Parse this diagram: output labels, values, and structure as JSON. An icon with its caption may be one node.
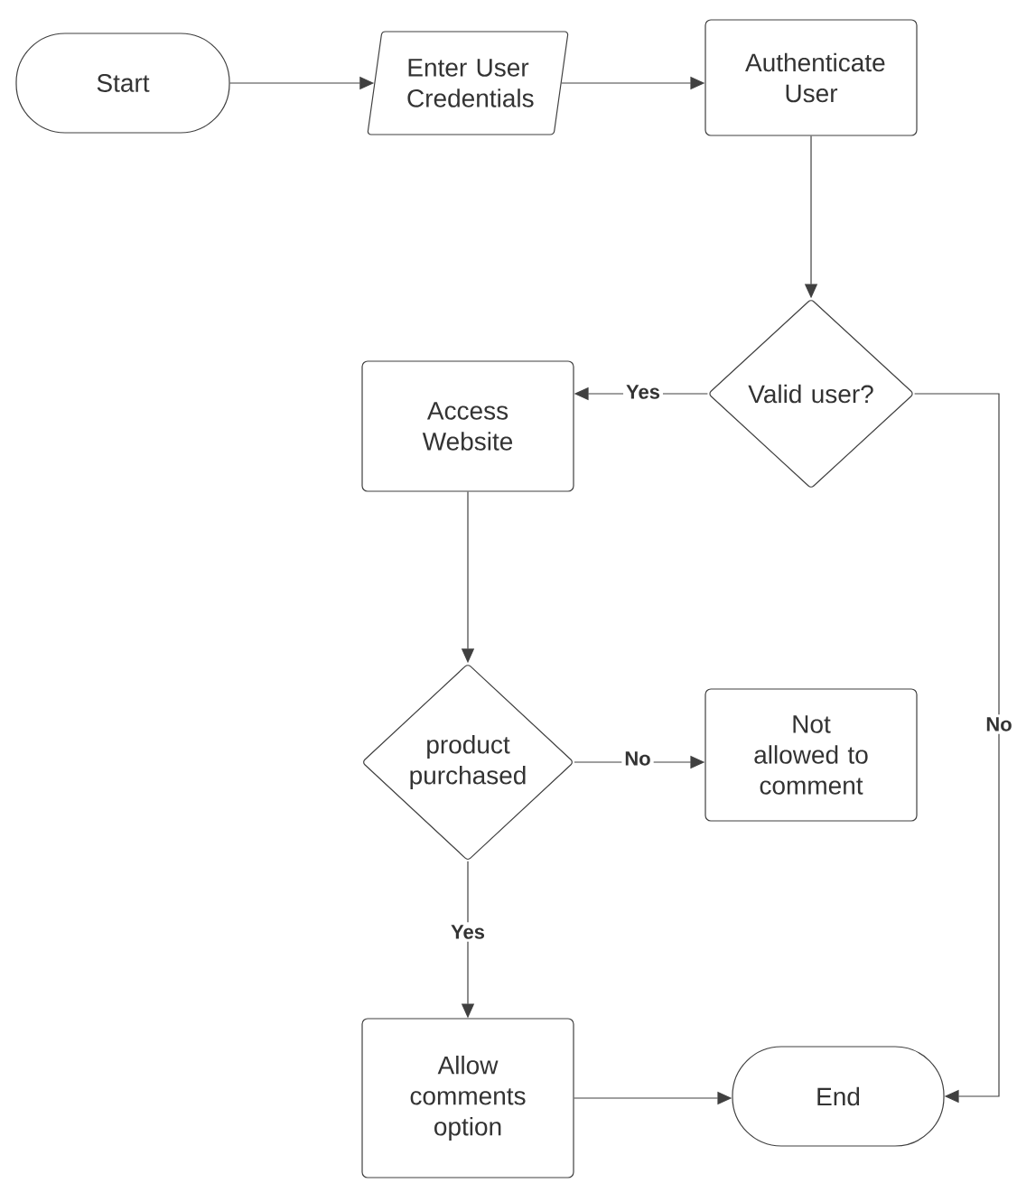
{
  "diagram": {
    "nodes": [
      {
        "text": [
          "Start"
        ]
      },
      {
        "text": [
          "Enter User Credentials"
        ]
      },
      {
        "text": [
          "Authenticate User"
        ]
      },
      {
        "text": [
          "Valid user?"
        ]
      },
      {
        "text": [
          "Access Website"
        ]
      },
      {
        "text": [
          "product purchased"
        ]
      },
      {
        "text": [
          "Not allowed to comment"
        ]
      },
      {
        "text": [
          "Allow comments option"
        ]
      },
      {
        "text": [
          "End"
        ]
      }
    ],
    "edges": [
      {
        "from": 0,
        "to": 1,
        "arrow": "to"
      },
      {
        "from": 1,
        "to": 2,
        "arrow": "to"
      },
      {
        "from": 2,
        "to": 3,
        "arrow": "to"
      },
      {
        "from": 3,
        "to": 4,
        "arrow": "to",
        "label": "Yes"
      },
      {
        "from": 4,
        "to": 5,
        "arrow": "to"
      },
      {
        "from": 5,
        "to": 6,
        "arrow": "to",
        "label": "No"
      },
      {
        "from": 5,
        "to": 7,
        "arrow": "to",
        "label": "Yes"
      },
      {
        "from": 7,
        "to": 8,
        "arrow": "to"
      },
      {
        "from": 3,
        "to": 8,
        "arrow": "to",
        "label": "No"
      }
    ]
  }
}
